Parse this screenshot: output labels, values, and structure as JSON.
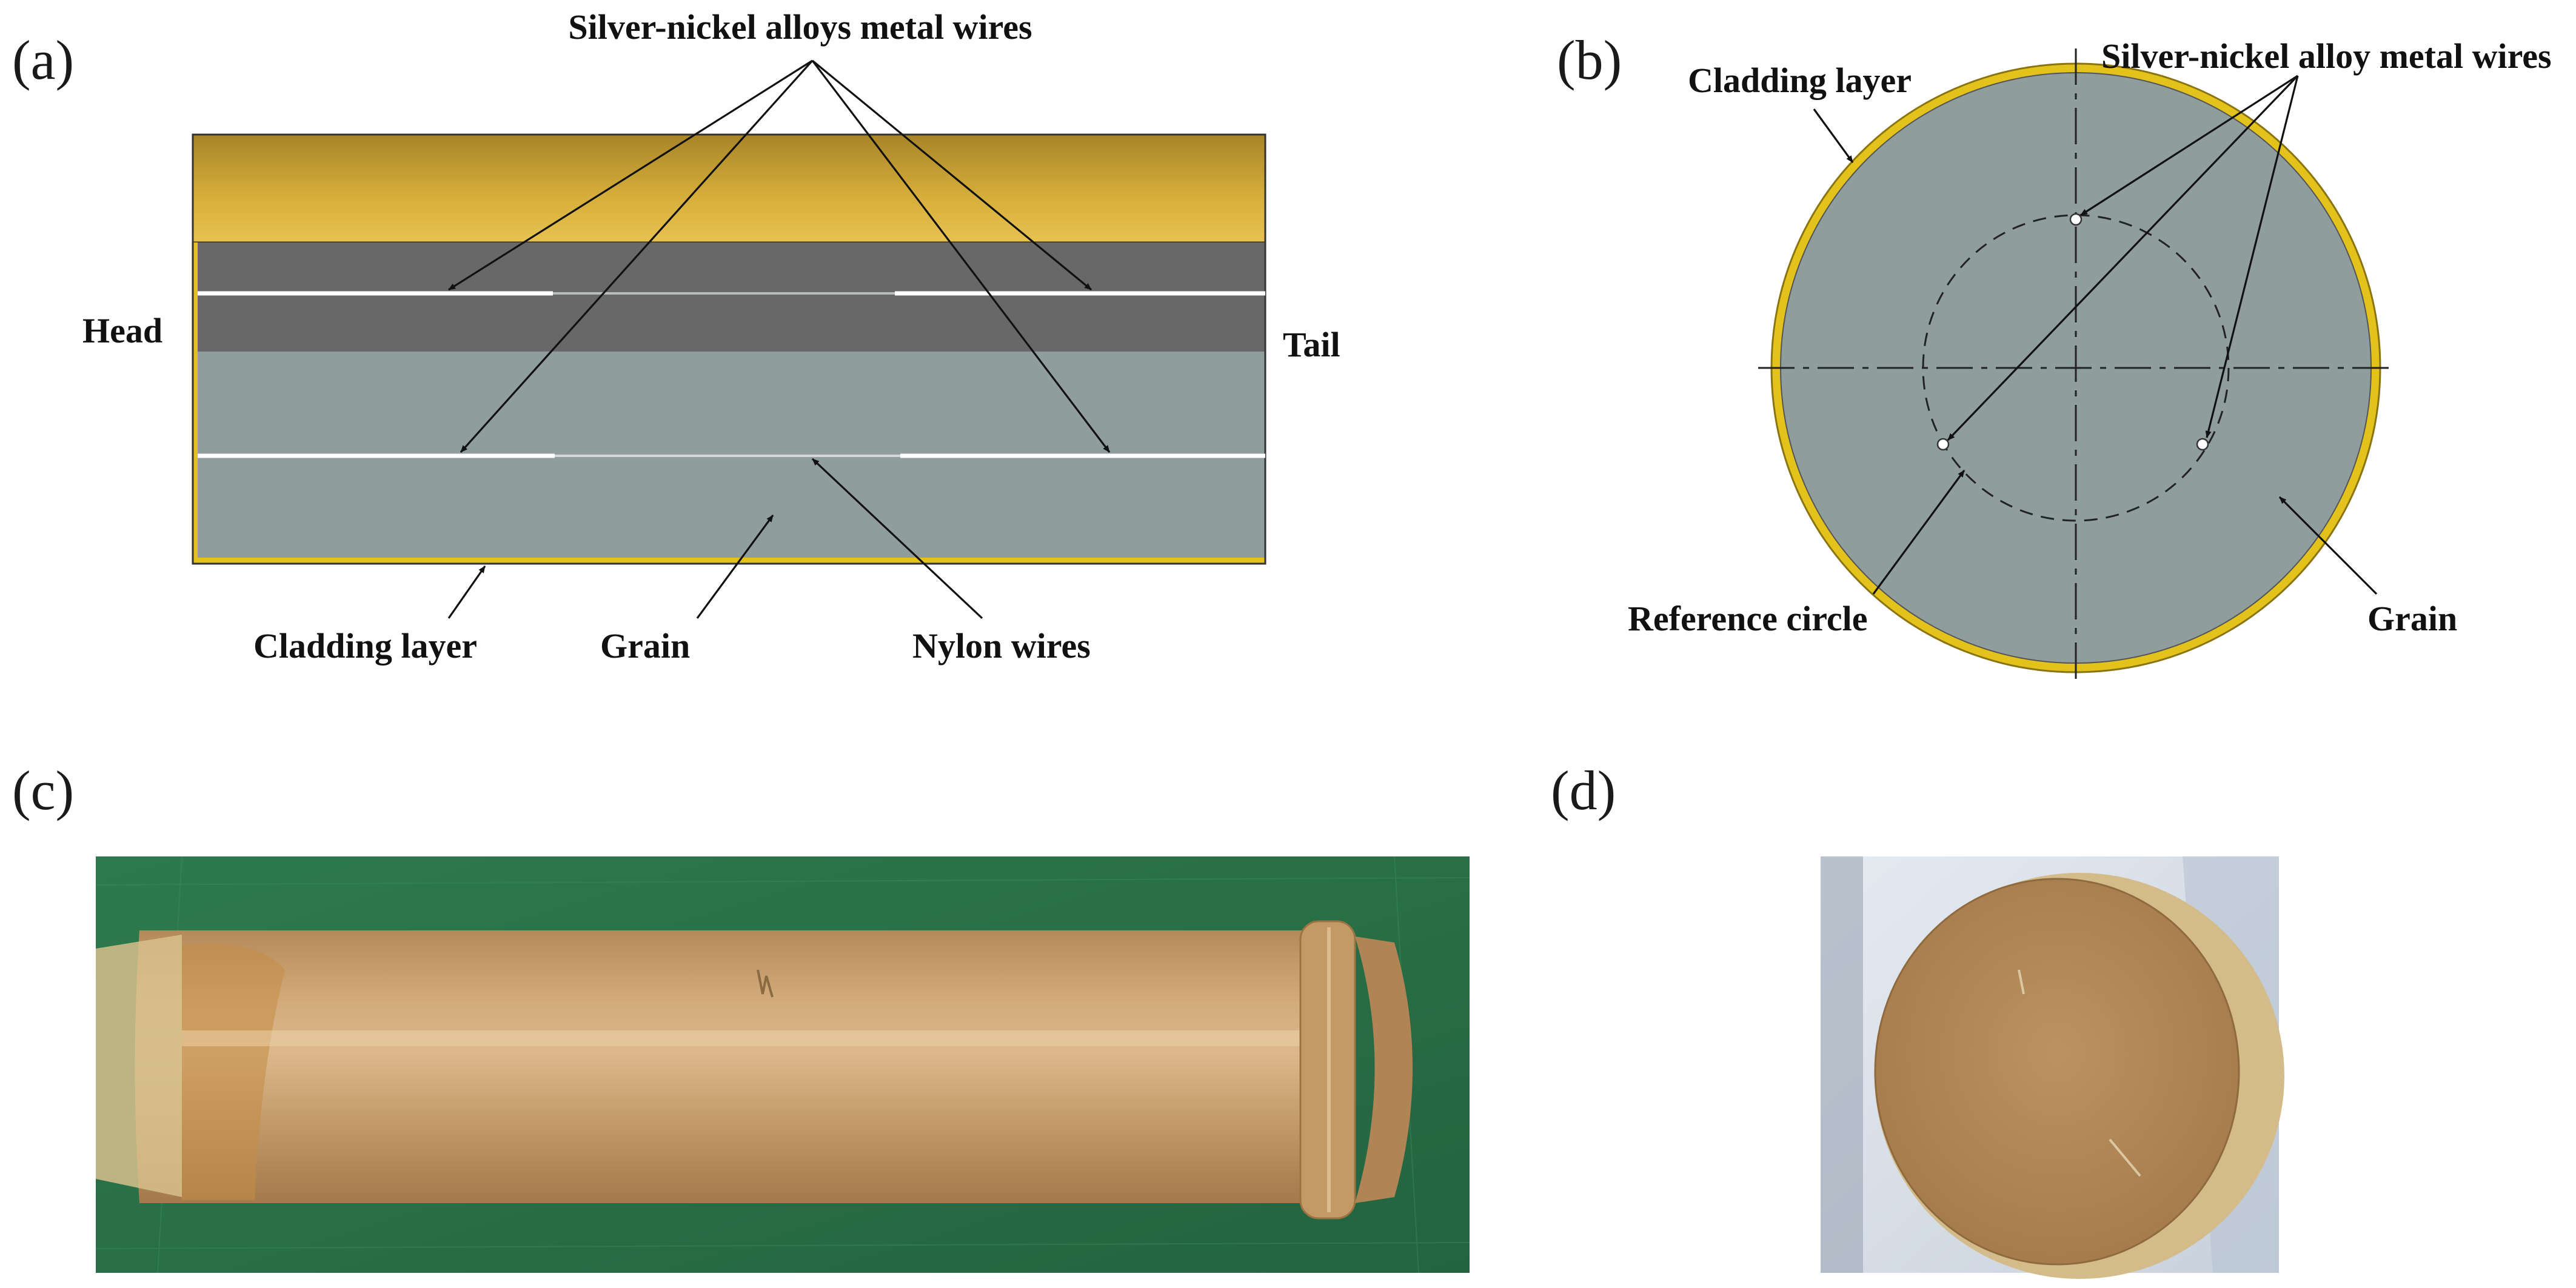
{
  "panels": {
    "a": {
      "label": "(a)",
      "wires_label": "Silver-nickel alloys metal wires",
      "head_label": "Head",
      "tail_label": "Tail",
      "cladding_label": "Cladding layer",
      "grain_label": "Grain",
      "nylon_label": "Nylon wires"
    },
    "b": {
      "label": "(b)",
      "cladding_label": "Cladding layer",
      "wires_label": "Silver-nickel alloy metal wires",
      "reference_label": "Reference circle",
      "grain_label": "Grain"
    },
    "c": {
      "label": "(c)"
    },
    "d": {
      "label": "(d)"
    }
  },
  "colors": {
    "cladding": "#c8a232",
    "cladding_rim": "#e3c21c",
    "grain": "#8f9d9d",
    "grain_dark": "#686868",
    "wire": "#ffffff",
    "photo_background": "#2f7a4f",
    "grain_photo": "#b78e5a"
  },
  "icons": {
    "wire_marker": "small-circle-icon",
    "leader_arrow": "arrow-icon"
  }
}
